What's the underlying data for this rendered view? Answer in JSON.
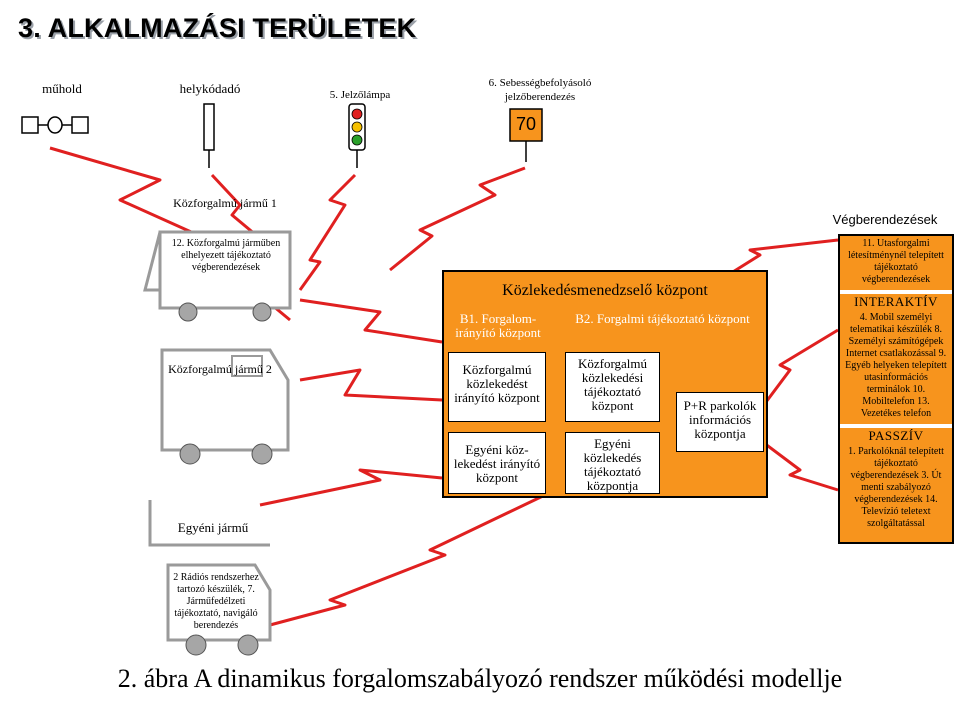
{
  "title": "3. ALKALMAZÁSI TERÜLETEK",
  "top_labels": {
    "muhold": "műhold",
    "helykodado": "helykódadó",
    "jelzolampa": "5. Jelzőlámpa",
    "sebesseg": "6. Sebességbefolyásoló jelzőberendezés",
    "speed_value": "70"
  },
  "vehicles": {
    "kozforgalmu_1": "Közforgalmú jármű 1",
    "tajekoztato_12": "12. Közforgalmú járműben elhelyezett tájékoztató végberendezések",
    "kozforgalmu_2": "Közforgalmú jármű 2",
    "egyeni": "Egyéni jármű",
    "radios": "2 Rádiós rendszerhez tartozó készülék, 7. Járműfedélzeti tájékoztató, navigáló berendezés"
  },
  "center": {
    "title": "Közlekedésmenedzselő központ",
    "b1_title": "B1. Forgalom-irányító központ",
    "b1_box1": "Közforgalmú közlekedést irányító központ",
    "b1_box2": "Egyéni köz-lekedést irányító központ",
    "b2_title": "B2. Forgalmi tájékoztató központ",
    "b2_box1": "Közforgalmú közlekedési tájékoztató központ",
    "b2_box2": "Egyéni közlekedés tájékoztató központja",
    "pr_box": "P+R parkolók információs központja"
  },
  "right": {
    "header": "Végberendezések",
    "top_box": "11. Utasforgalmi létesítménynél telepített tájékoztató végberendezések",
    "interaktiv_title": "INTERAKTÍV",
    "interaktiv_items": "4. Mobil személyi telematikai készülék 8. Személyi számítógépek Internet csatlakozással 9. Egyéb helyeken telepített utasinformációs terminálok 10. Mobiltelefon 13. Vezetékes telefon",
    "passziv_title": "PASSZÍV",
    "passziv_items": "1. Parkolóknál telepített tájékoztató végberendezések 3. Út menti szabályozó végberendezések 14. Televízió teletext szolgáltatással"
  },
  "caption": "2. ábra A dinamikus forgalomszabályozó rendszer működési modellje",
  "colors": {
    "orange": "#f7941d",
    "red_line": "#e02020",
    "gray": "#a6a6a6"
  },
  "icons": [
    "satellite-icon",
    "beacon-icon",
    "traffic-light-icon",
    "speed-sign-icon",
    "bus-icon",
    "van-icon",
    "car-icon"
  ]
}
